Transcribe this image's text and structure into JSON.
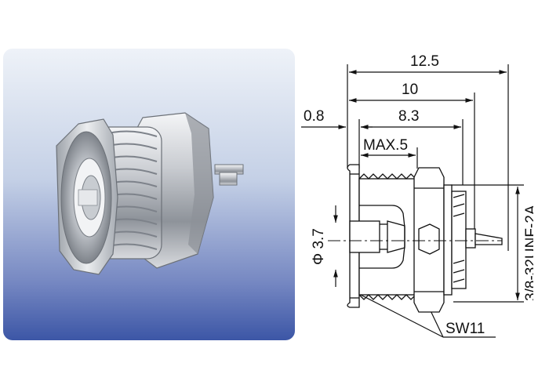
{
  "drawing": {
    "dim_overall": "12.5",
    "dim_10": "10",
    "dim_8_3": "8.3",
    "dim_0_8": "0.8",
    "dim_max5": "MAX.5",
    "dim_diameter": "Φ 3.7",
    "dim_thread": "3/8-32UNF-2A",
    "dim_wrench": "SW11"
  },
  "colors": {
    "panel_top": "#eef2f8",
    "panel_bottom": "#3c56a6",
    "metal": "#b8bcc2",
    "line": "#111111"
  }
}
